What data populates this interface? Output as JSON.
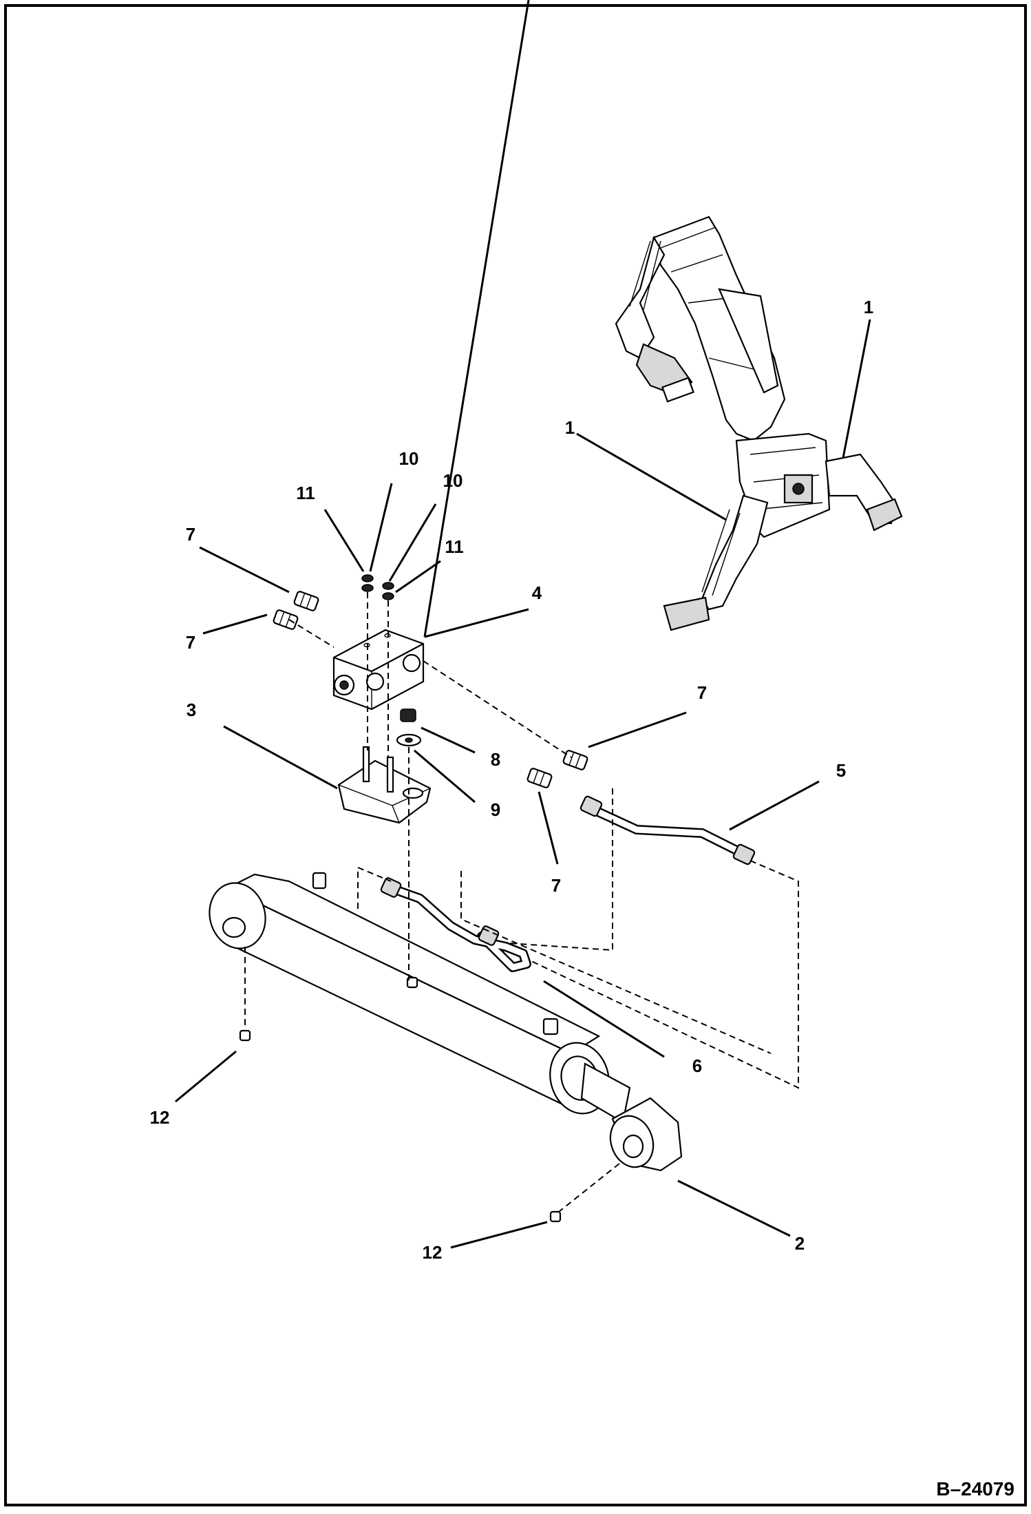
{
  "diagram": {
    "drawing_number": "B–24079",
    "callouts": [
      {
        "id": "callout-1-upper",
        "label": "1"
      },
      {
        "id": "callout-1-lower",
        "label": "1"
      },
      {
        "id": "callout-2",
        "label": "2"
      },
      {
        "id": "callout-3",
        "label": "3"
      },
      {
        "id": "callout-4",
        "label": "4"
      },
      {
        "id": "callout-5",
        "label": "5"
      },
      {
        "id": "callout-6",
        "label": "6"
      },
      {
        "id": "callout-7-a",
        "label": "7"
      },
      {
        "id": "callout-7-b",
        "label": "7"
      },
      {
        "id": "callout-7-c",
        "label": "7"
      },
      {
        "id": "callout-7-d",
        "label": "7"
      },
      {
        "id": "callout-8",
        "label": "8"
      },
      {
        "id": "callout-9",
        "label": "9"
      },
      {
        "id": "callout-10-a",
        "label": "10"
      },
      {
        "id": "callout-10-b",
        "label": "10"
      },
      {
        "id": "callout-11-a",
        "label": "11"
      },
      {
        "id": "callout-11-b",
        "label": "11"
      },
      {
        "id": "callout-12-a",
        "label": "12"
      },
      {
        "id": "callout-12-b",
        "label": "12"
      }
    ]
  }
}
